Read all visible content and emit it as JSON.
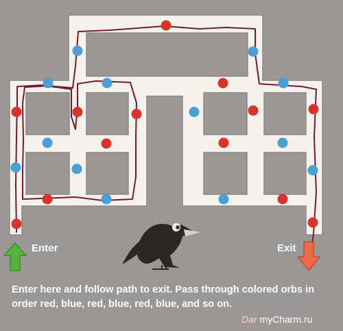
{
  "labels": {
    "enter": "Enter",
    "exit": "Exit"
  },
  "instructions": "Enter here and follow path to exit. Pass through colored orbs in order red, blue, red, blue, red, blue, and so on.",
  "watermark": {
    "part1": "Dar",
    "part2": "myCharm.ru"
  },
  "colors": {
    "background": "#9a9896",
    "corridor": "#f4f2ec",
    "wall": "#8e8c8a",
    "orb_red": "#d9342b",
    "orb_blue": "#4a9fd6",
    "trace": "#7a1830",
    "enter_arrow": "#57b13a",
    "exit_arrow": "#f06a4a"
  },
  "icons": [
    "enter-arrow-icon",
    "exit-arrow-icon",
    "crow-icon"
  ]
}
